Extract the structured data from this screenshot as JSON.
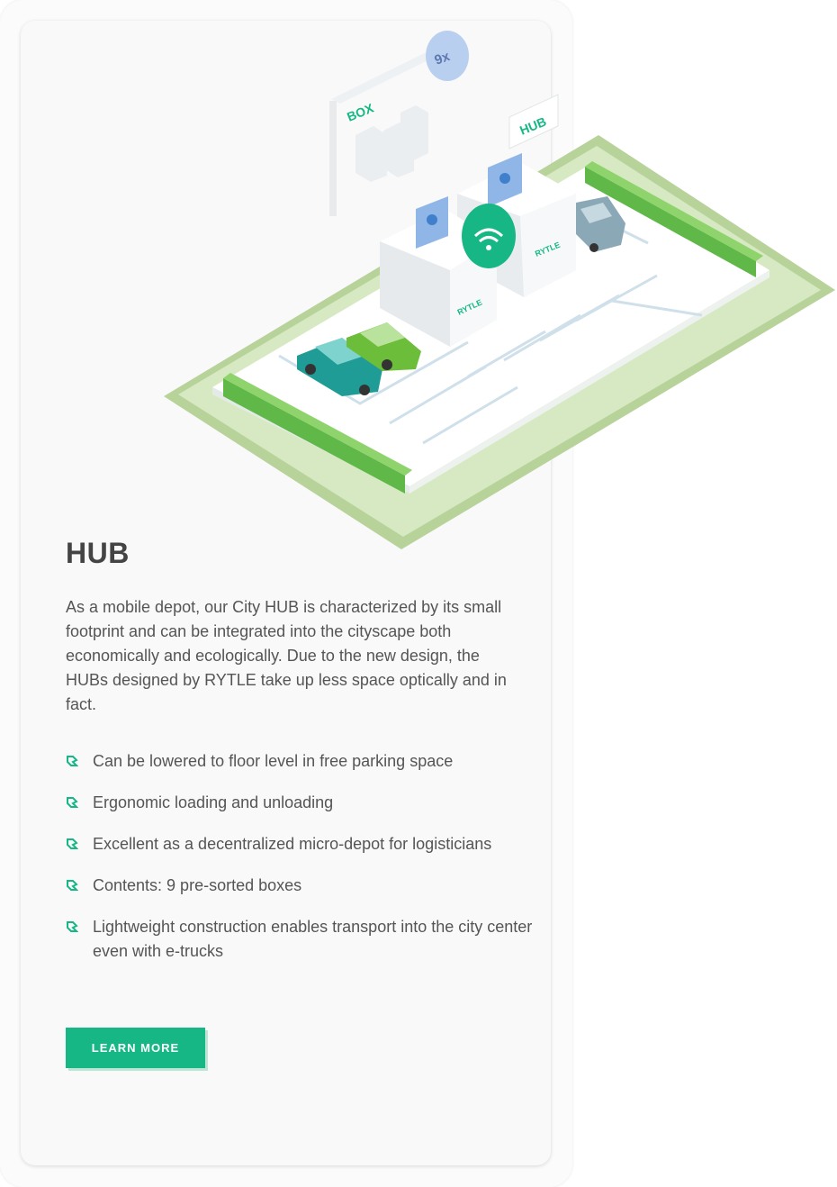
{
  "illustration": {
    "box_sign": "BOX",
    "hub_sign": "HUB",
    "count_badge": "9x",
    "brand_label": "RYTLE"
  },
  "hub": {
    "title": "HUB",
    "description": "As a mobile depot, our City HUB is characterized by its small footprint and can be integrated into the cityscape both economically and ecologically. Due to the new design, the HUBs designed by RYTLE take up less space optically and in fact.",
    "features": [
      "Can be lowered to floor level in free parking space",
      "Ergonomic loading and unloading",
      "Excellent as a decentralized micro-depot for logisticians",
      "Contents: 9 pre-sorted boxes",
      "Lightweight construction enables transport into the city center even with e-trucks"
    ],
    "button_label": "LEARN MORE"
  },
  "colors": {
    "accent": "#16b785",
    "platform_green": "#b7d39a",
    "text": "#555555",
    "title": "#444444"
  }
}
